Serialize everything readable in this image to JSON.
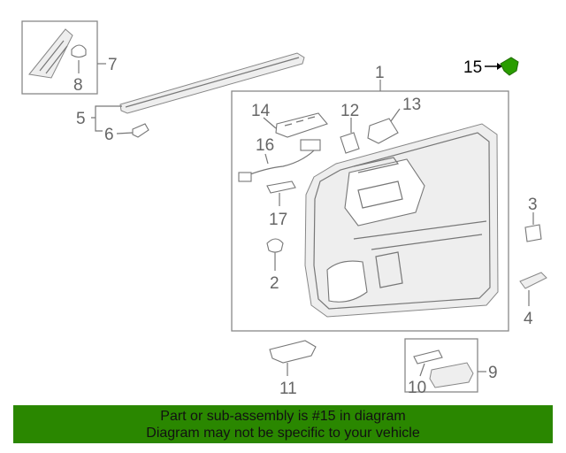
{
  "diagram": {
    "callouts": {
      "c1": "1",
      "c2": "2",
      "c3": "3",
      "c4": "4",
      "c5": "5",
      "c6": "6",
      "c7": "7",
      "c8": "8",
      "c9": "9",
      "c10": "10",
      "c11": "11",
      "c12": "12",
      "c13": "13",
      "c14": "14",
      "c15": "15",
      "c16": "16",
      "c17": "17"
    },
    "highlight_part": "15",
    "highlight_color": "#2a9d00",
    "line_color": "#777777"
  },
  "banner": {
    "line1": "Part or sub-assembly is #15 in diagram",
    "line2": "Diagram may not be specific to your vehicle",
    "background": "#2a8700"
  }
}
